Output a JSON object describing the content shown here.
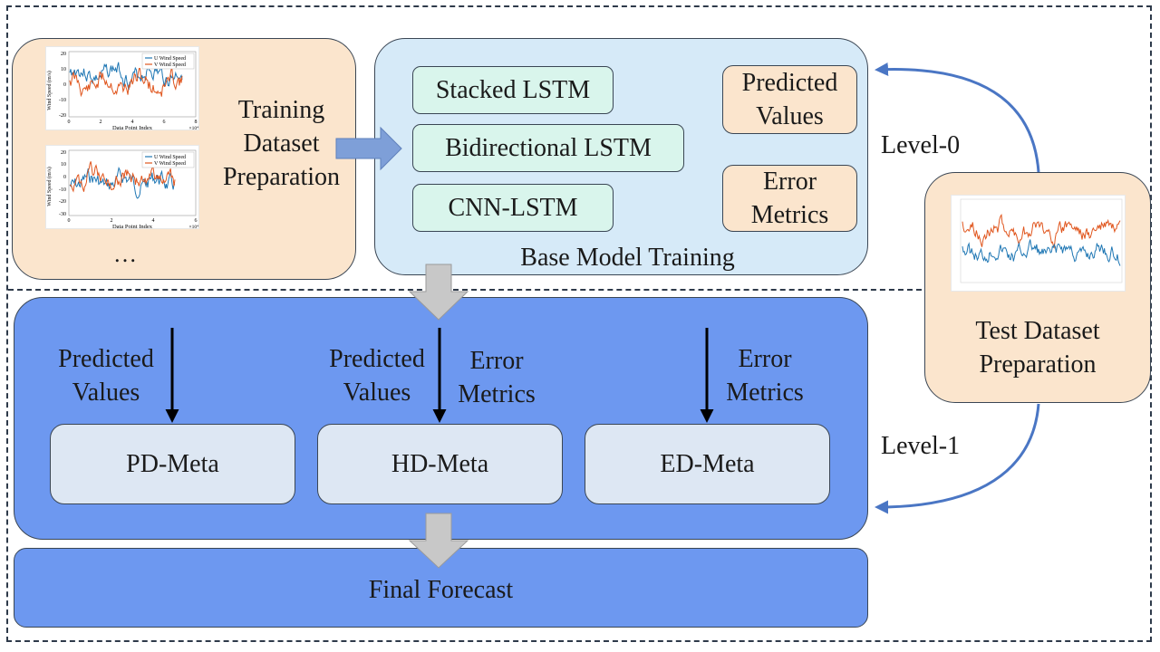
{
  "training": {
    "label_lines": [
      "Training",
      "Dataset",
      "Preparation"
    ],
    "ellipsis": "…",
    "plots": [
      {
        "ylabel": "Wind Speed (m/s)",
        "xlabel": "Data Point Index",
        "xmult": "×10⁴",
        "yticks": [
          "20",
          "10",
          "0",
          "-10",
          "-20"
        ],
        "xticks": [
          "0",
          "2",
          "4",
          "6",
          "8"
        ],
        "legend": [
          "U Wind Speed",
          "V Wind Speed"
        ]
      },
      {
        "ylabel": "Wind Speed (m/s)",
        "xlabel": "Data Point Index",
        "xmult": "×10⁴",
        "yticks": [
          "20",
          "10",
          "0",
          "-10",
          "-20",
          "-30"
        ],
        "xticks": [
          "0",
          "2",
          "4",
          "6"
        ],
        "legend": [
          "U Wind Speed",
          "V Wind Speed"
        ]
      }
    ]
  },
  "base": {
    "title": "Base Model Training",
    "models": [
      "Stacked LSTM",
      "Bidirectional  LSTM",
      "CNN-LSTM"
    ],
    "outputs": [
      [
        "Predicted",
        "Values"
      ],
      [
        "Error",
        "Metrics"
      ]
    ]
  },
  "levels": {
    "level0": "Level-0",
    "level1": "Level-1"
  },
  "test": {
    "label_lines": [
      "Test Dataset",
      "Preparation"
    ]
  },
  "meta": {
    "inputs": {
      "pd": [
        "Predicted",
        "Values"
      ],
      "hd_left": [
        "Predicted",
        "Values"
      ],
      "hd_right": [
        "Error",
        "Metrics"
      ],
      "ed": [
        "Error",
        "Metrics"
      ]
    },
    "boxes": [
      "PD-Meta",
      "HD-Meta",
      "ED-Meta"
    ]
  },
  "final": {
    "label": "Final Forecast"
  },
  "colors": {
    "u_series": "#1f77b4",
    "v_series": "#e0561e",
    "arrow_blue": "#4a76c4",
    "panel_meta": "#6d98f0"
  }
}
